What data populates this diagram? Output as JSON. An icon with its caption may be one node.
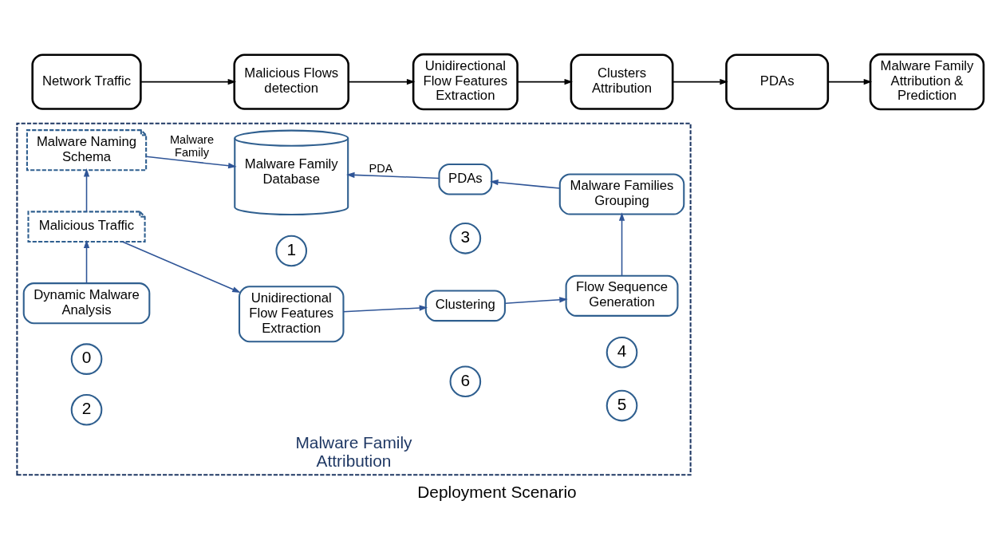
{
  "diagram": {
    "caption": "Deployment Scenario",
    "nodes": [
      {
        "text": [
          "Malware Family Attribution"
        ]
      },
      {
        "text": [
          "Dynamic Malware Analysis"
        ],
        "in": 0
      },
      {
        "text": [
          "0"
        ],
        "in": 0
      },
      {
        "text": [
          "Malicious Traffic"
        ],
        "in": 0
      },
      {
        "text": [
          "1"
        ],
        "in": 0
      },
      {
        "text": [
          "Unidirectional Flow Features Extraction"
        ],
        "in": 0
      },
      {
        "text": [
          "3"
        ],
        "in": 0
      },
      {
        "text": [
          "Clustering"
        ],
        "in": 0
      },
      {
        "text": [
          "4"
        ],
        "in": 0
      },
      {
        "text": [
          "Flow Sequence Generation"
        ],
        "in": 0
      },
      {
        "text": [
          "2"
        ],
        "in": 0
      },
      {
        "text": [
          "5"
        ],
        "in": 0
      },
      {
        "text": [
          "Malware Naming Schema"
        ],
        "in": 0
      },
      {
        "text": [
          "Malware Family Database"
        ],
        "in": 0
      },
      {
        "text": [
          "PDAs"
        ],
        "in": 0
      },
      {
        "text": [
          "Malware Families Grouping"
        ],
        "in": 0
      },
      {
        "text": [
          "6"
        ],
        "in": 0
      },
      {
        "text": [
          "Network Traffic"
        ]
      },
      {
        "text": [
          "Malicious Flows detection"
        ]
      },
      {
        "text": [
          "Unidirectional Flow Features Extraction"
        ]
      },
      {
        "text": [
          "Clusters Attribution"
        ]
      },
      {
        "text": [
          "PDAs"
        ]
      },
      {
        "text": [
          "Malware Family Attribution & Prediction"
        ]
      }
    ],
    "edges": [
      {
        "from": 1,
        "to": 3,
        "arrow": "to"
      },
      {
        "from": 3,
        "to": 5,
        "arrow": "to"
      },
      {
        "from": 5,
        "to": 7,
        "arrow": "to"
      },
      {
        "from": 7,
        "to": 9,
        "arrow": "to"
      },
      {
        "from": 3,
        "to": 12,
        "arrow": "to"
      },
      {
        "from": 9,
        "to": 15,
        "arrow": "to"
      },
      {
        "from": 12,
        "to": 13,
        "arrow": "to",
        "label": "Malware Family"
      },
      {
        "from": 15,
        "to": 14,
        "arrow": "to"
      },
      {
        "from": 14,
        "to": 13,
        "arrow": "to",
        "label": "PDA"
      },
      {
        "from": 17,
        "to": 18,
        "arrow": "to",
        "color": "#000000"
      },
      {
        "from": 18,
        "to": 19,
        "arrow": "to",
        "color": "#000000"
      },
      {
        "from": 19,
        "to": 20,
        "arrow": "to",
        "color": "#000000"
      },
      {
        "from": 20,
        "to": 21,
        "arrow": "to",
        "color": "#000000"
      },
      {
        "from": 21,
        "to": 22,
        "arrow": "to",
        "color": "#000000"
      }
    ]
  }
}
